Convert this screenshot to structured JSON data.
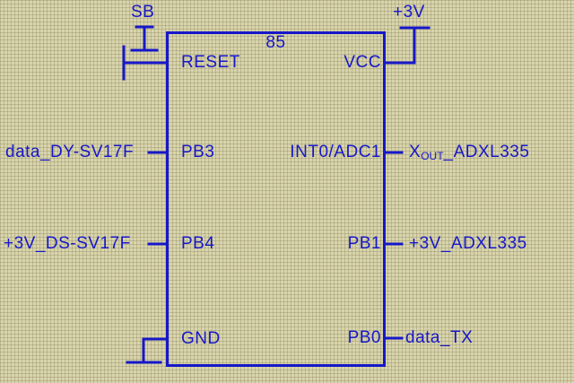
{
  "colors": {
    "ink": "#1717c9",
    "paper": "#d8d4ab"
  },
  "ic": {
    "ref": "85",
    "pins": {
      "reset": "RESET",
      "vcc": "VCC",
      "pb3": "PB3",
      "int0": "INT0/ADC1",
      "pb4": "PB4",
      "pb1": "PB1",
      "gnd": "GND",
      "pb0": "PB0"
    }
  },
  "nets": {
    "button": "SB",
    "supply": "+3V",
    "pb3": "data_DY-SV17F",
    "pb4": "+3V_DS-SV17F",
    "int0_main": "X",
    "int0_sub": "OUT",
    "int0_rest": "_ADXL335",
    "pb1": "+3V_ADXL335",
    "pb0": "data_TX"
  }
}
